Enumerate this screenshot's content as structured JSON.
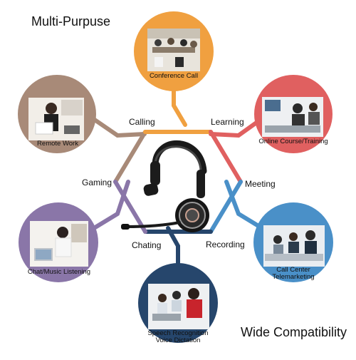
{
  "titles": {
    "top": "Multi-Purpuse",
    "bottom": "Wide Compatibility"
  },
  "ring_labels": {
    "calling": "Calling",
    "learning": "Learning",
    "gaming": "Gaming",
    "meeting": "Meeting",
    "chating": "Chating",
    "recording": "Recording"
  },
  "photo_labels": {
    "conference": "Conference Call",
    "remote": "Remote Work",
    "online": "Online Course/Training",
    "chat": "Chat/Music Listening",
    "callcenter_1": "Call Center",
    "callcenter_2": "Telemarketing",
    "speech_1": "Speech Recognition",
    "speech_2": "Voice Dictation"
  },
  "colors": {
    "orange": "#f0a040",
    "brown": "#a88a78",
    "red": "#e06060",
    "purple": "#8a76a8",
    "blue": "#4a90c8",
    "navy": "#26466c"
  }
}
